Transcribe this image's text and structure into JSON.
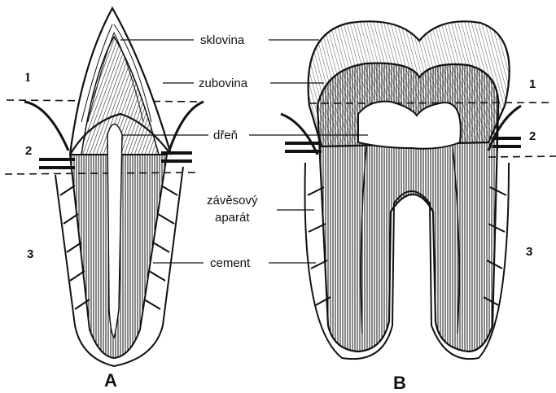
{
  "labels": {
    "enamel": "sklovina",
    "dentin": "zubovina",
    "pulp": "dřeň",
    "periodontal_line1": "závěsový",
    "periodontal_line2": "aparát",
    "cementum": "cement"
  },
  "zones": {
    "left": [
      "1",
      "2",
      "3"
    ],
    "right": [
      "1",
      "2",
      "3"
    ]
  },
  "figures": {
    "a": "A",
    "b": "B"
  },
  "colors": {
    "ink": "#111111",
    "background": "#ffffff"
  }
}
